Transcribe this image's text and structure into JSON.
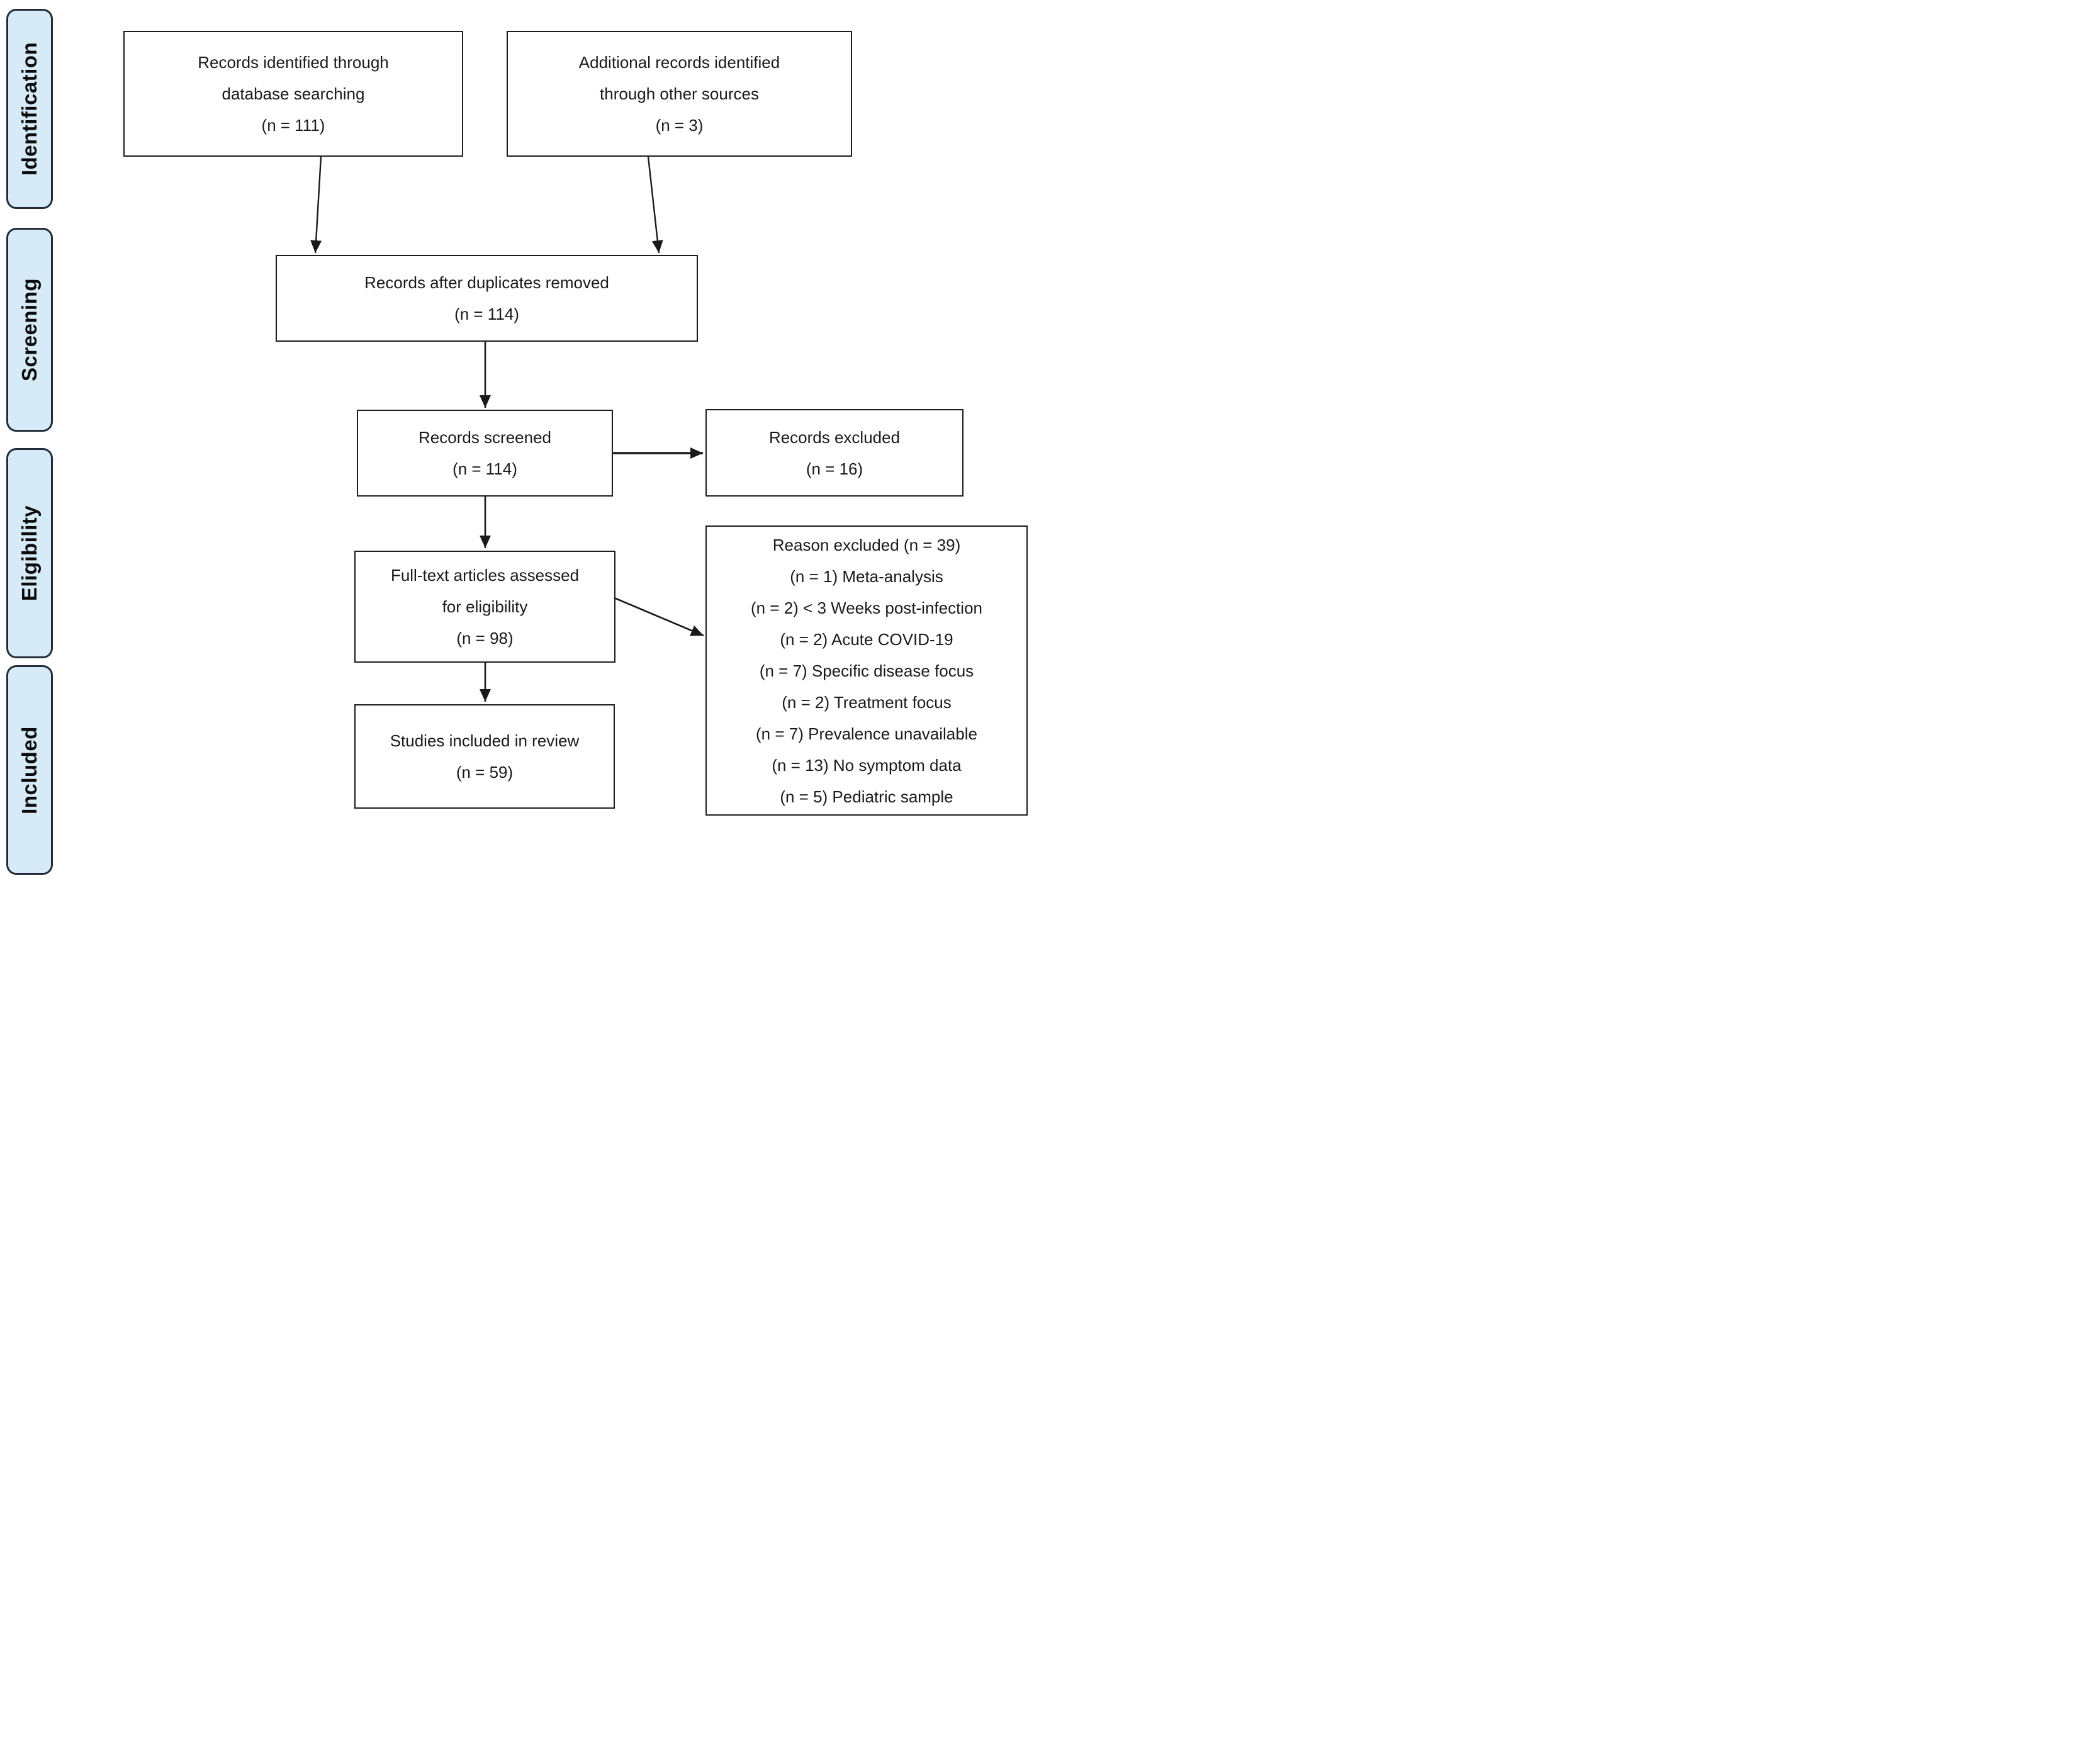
{
  "colors": {
    "stage_fill": "#D6EAF8",
    "stage_border": "#212C38",
    "box_border": "#1C1C1C",
    "arrow": "#1A1A1A",
    "background": "#FFFFFF",
    "text": "#1A1A1A"
  },
  "stages": [
    {
      "label": "Identification"
    },
    {
      "label": "Screening"
    },
    {
      "label": "Eligibility"
    },
    {
      "label": "Included"
    }
  ],
  "boxes": {
    "identified": {
      "lines": [
        "Records identified through",
        "database searching",
        "(n = 111)"
      ]
    },
    "additional": {
      "lines": [
        "Additional records identified",
        "through other sources",
        "(n = 3)"
      ]
    },
    "deduplicated": {
      "lines": [
        "Records after duplicates removed",
        "(n = 114)"
      ]
    },
    "screened": {
      "lines": [
        "Records screened",
        "(n = 114)"
      ]
    },
    "excluded": {
      "lines": [
        "Records excluded",
        "(n = 16)"
      ]
    },
    "fulltext": {
      "lines": [
        "Full-text articles assessed",
        "for eligibility",
        "(n = 98)"
      ]
    },
    "reasons": {
      "lines": [
        "Reason excluded (n = 39)",
        "(n = 1) Meta-analysis",
        "(n = 2) < 3 Weeks post-infection",
        "(n = 2) Acute COVID-19",
        "(n = 7) Specific disease focus",
        "(n = 2) Treatment focus",
        "(n = 7) Prevalence unavailable",
        "(n = 13) No symptom data",
        "(n = 5) Pediatric sample"
      ]
    },
    "included_studies": {
      "lines": [
        "Studies included in review",
        "(n = 59)"
      ]
    }
  }
}
